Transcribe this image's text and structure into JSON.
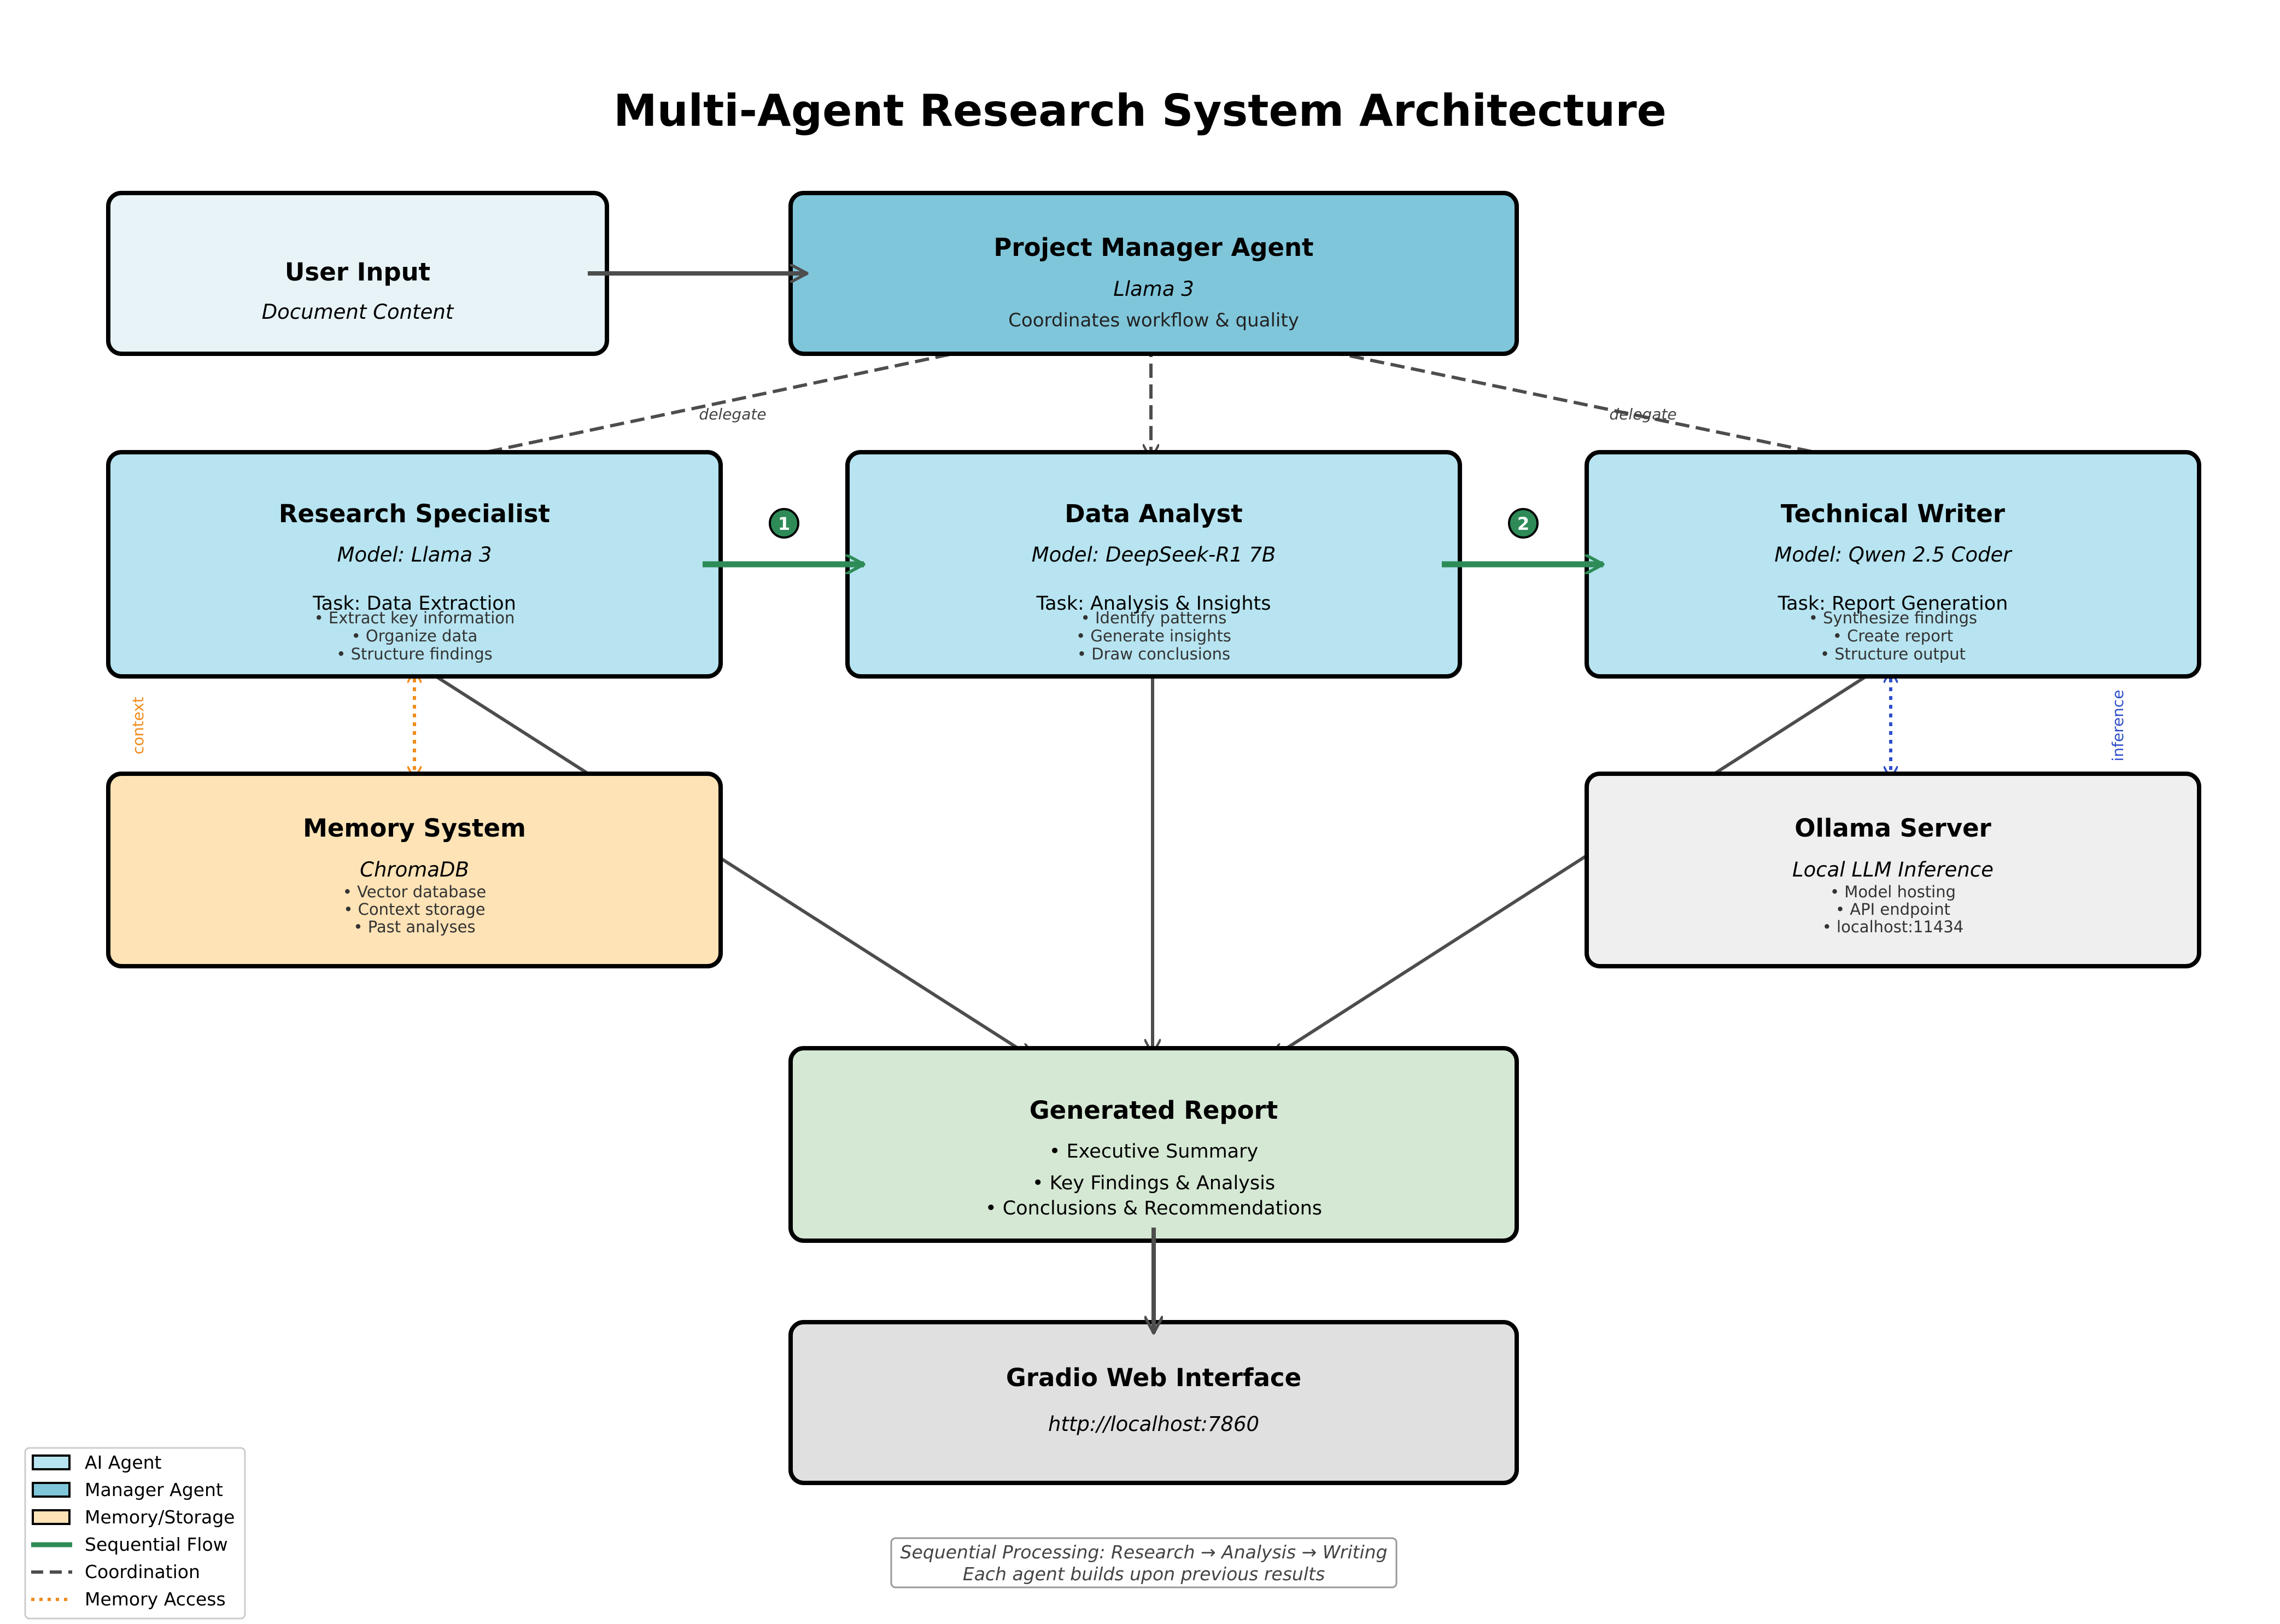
{
  "title": "Multi-Agent Research System Architecture",
  "colors": {
    "ai_agent": "#b7e4f0",
    "manager_agent": "#80c6da",
    "memory": "#fde3b6",
    "input": "#e7f3f7",
    "report": "#d5e8d4",
    "server": "#efefef",
    "web": "#e0e0e0",
    "sequential": "#2e8b57",
    "coordination": "#4d4d4d",
    "memory_access": "#f28c1e",
    "inference": "#2f4fc9"
  },
  "nodes": {
    "user_input": {
      "title": "User Input",
      "subtitle": "Document Content"
    },
    "manager": {
      "title": "Project Manager Agent",
      "model": "Llama 3",
      "desc": "Coordinates workflow & quality"
    },
    "research": {
      "title": "Research Specialist",
      "model": "Model: Llama 3",
      "task": "Task: Data Extraction",
      "bullets": [
        "• Extract key information",
        "• Organize data",
        "• Structure findings"
      ]
    },
    "analyst": {
      "title": "Data Analyst",
      "model": "Model: DeepSeek-R1 7B",
      "task": "Task: Analysis & Insights",
      "bullets": [
        "• Identify patterns",
        "• Generate insights",
        "• Draw conclusions"
      ]
    },
    "writer": {
      "title": "Technical Writer",
      "model": "Model: Qwen 2.5 Coder",
      "task": "Task: Report Generation",
      "bullets": [
        "• Synthesize findings",
        "• Create report",
        "• Structure output"
      ]
    },
    "memory": {
      "title": "Memory System",
      "subtitle": "ChromaDB",
      "bullets": [
        "• Vector database",
        "• Context storage",
        "• Past analyses"
      ]
    },
    "ollama": {
      "title": "Ollama Server",
      "subtitle": "Local LLM Inference",
      "bullets": [
        "• Model hosting",
        "• API endpoint",
        "• localhost:11434"
      ]
    },
    "report": {
      "title": "Generated Report",
      "bullets": [
        "• Executive Summary",
        "• Key Findings & Analysis",
        "• Conclusions & Recommendations"
      ]
    },
    "web": {
      "title": "Gradio Web Interface",
      "subtitle": "http://localhost:7860"
    }
  },
  "edge_labels": {
    "delegate_left": "delegate",
    "delegate_right": "delegate",
    "context": "context",
    "inference": "inference"
  },
  "steps": [
    "1",
    "2"
  ],
  "legend": [
    {
      "label": "AI Agent",
      "kind": "box",
      "color": "#b7e4f0"
    },
    {
      "label": "Manager Agent",
      "kind": "box",
      "color": "#80c6da"
    },
    {
      "label": "Memory/Storage",
      "kind": "box",
      "color": "#fde3b6"
    },
    {
      "label": "Sequential Flow",
      "kind": "solid",
      "color": "#2e8b57"
    },
    {
      "label": "Coordination",
      "kind": "dashed",
      "color": "#4d4d4d"
    },
    {
      "label": "Memory Access",
      "kind": "dotted",
      "color": "#f28c1e"
    }
  ],
  "footer": [
    "Sequential Processing: Research → Analysis → Writing",
    "Each agent builds upon previous results"
  ]
}
